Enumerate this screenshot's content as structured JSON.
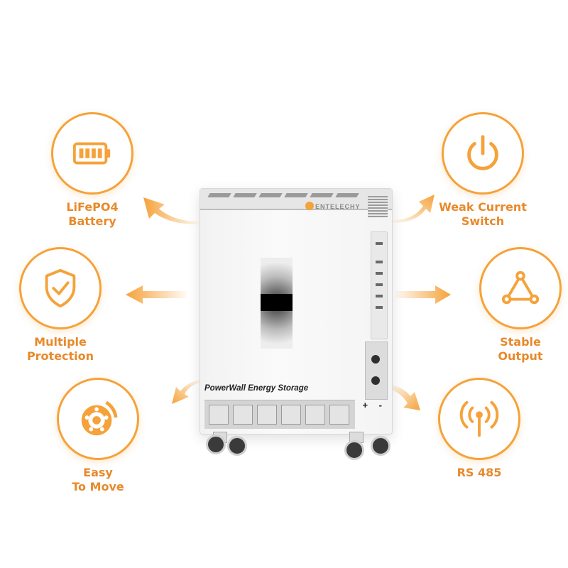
{
  "features": {
    "battery": {
      "line1": "LiFePO4",
      "line2": "Battery",
      "icon": "battery-icon"
    },
    "protection": {
      "line1": "Multiple",
      "line2": "Protection",
      "icon": "shield-check-icon"
    },
    "move": {
      "line1": "Easy",
      "line2": "To Move",
      "icon": "wheel-icon"
    },
    "switch": {
      "line1": "Weak Current",
      "line2": "Switch",
      "icon": "power-icon"
    },
    "output": {
      "line1": "Stable",
      "line2": "Output",
      "icon": "triangle-icon"
    },
    "rs485": {
      "line1": "RS 485",
      "icon": "antenna-icon"
    }
  },
  "product": {
    "brand": "ENTELECHY",
    "model": "PowerWall Energy Storage",
    "terminals": "+ -"
  },
  "colors": {
    "accent": "#f5a23a",
    "label": "#e8892a"
  }
}
